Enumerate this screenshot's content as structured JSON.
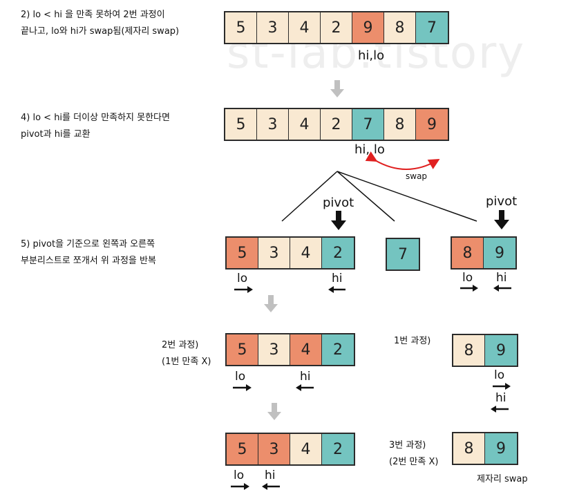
{
  "watermark": "st-lab.tistory",
  "colors": {
    "beige": "#f9e9d2",
    "orange": "#ec8e6c",
    "teal": "#74c4c0",
    "gray_arrow": "#c0c0c0",
    "swap_arc": "#e02020"
  },
  "notes": {
    "step2": "2) lo < hi 을 만족 못하여 2번 과정이\n끝나고, lo와 hi가 swap됨(제자리 swap)",
    "step4": "4) lo < hi를 더이상 만족하지 못한다면\npivot과 hi를 교환",
    "step5": "5) pivot을 기준으로 왼쪽과 오른쪽\n부분리스트로 쪼개서 위 과정을 반복",
    "left_step2": "2번 과정)\n(1번 만족 X)",
    "right_step1": "1번 과정)",
    "right_step3": "3번 과정)\n(2번 만족 X)",
    "inplace_swap": "제자리 swap"
  },
  "arrays": {
    "row1": [
      {
        "v": "5",
        "c": "beige"
      },
      {
        "v": "3",
        "c": "beige"
      },
      {
        "v": "4",
        "c": "beige"
      },
      {
        "v": "2",
        "c": "beige"
      },
      {
        "v": "9",
        "c": "orange"
      },
      {
        "v": "8",
        "c": "beige"
      },
      {
        "v": "7",
        "c": "teal"
      }
    ],
    "row2": [
      {
        "v": "5",
        "c": "beige"
      },
      {
        "v": "3",
        "c": "beige"
      },
      {
        "v": "4",
        "c": "beige"
      },
      {
        "v": "2",
        "c": "beige"
      },
      {
        "v": "7",
        "c": "teal"
      },
      {
        "v": "8",
        "c": "beige"
      },
      {
        "v": "9",
        "c": "orange"
      }
    ],
    "row3_left": [
      {
        "v": "5",
        "c": "orange"
      },
      {
        "v": "3",
        "c": "beige"
      },
      {
        "v": "4",
        "c": "beige"
      },
      {
        "v": "2",
        "c": "teal"
      }
    ],
    "row3_mid": [
      {
        "v": "7",
        "c": "teal"
      }
    ],
    "row3_right": [
      {
        "v": "8",
        "c": "orange"
      },
      {
        "v": "9",
        "c": "teal"
      }
    ],
    "row4_left": [
      {
        "v": "5",
        "c": "orange"
      },
      {
        "v": "3",
        "c": "beige"
      },
      {
        "v": "4",
        "c": "orange"
      },
      {
        "v": "2",
        "c": "teal"
      }
    ],
    "row4_right": [
      {
        "v": "8",
        "c": "beige"
      },
      {
        "v": "9",
        "c": "teal"
      }
    ],
    "row5_left": [
      {
        "v": "5",
        "c": "orange"
      },
      {
        "v": "3",
        "c": "orange"
      },
      {
        "v": "4",
        "c": "beige"
      },
      {
        "v": "2",
        "c": "teal"
      }
    ],
    "row5_right": [
      {
        "v": "8",
        "c": "beige"
      },
      {
        "v": "9",
        "c": "teal"
      }
    ]
  },
  "labels": {
    "hi_lo_1": "hi,lo",
    "hi_lo_2": "hi, lo",
    "swap": "swap",
    "pivot": "pivot",
    "lo": "lo",
    "hi": "hi"
  }
}
